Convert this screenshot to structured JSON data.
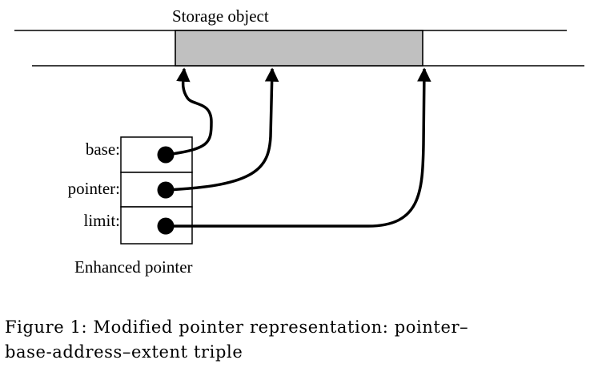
{
  "storage": {
    "label": "Storage object"
  },
  "pointer": {
    "fields": [
      {
        "label": "base:"
      },
      {
        "label": "pointer:"
      },
      {
        "label": "limit:"
      }
    ],
    "caption": "Enhanced pointer"
  },
  "figure_caption": {
    "line1": "Figure 1:  Modified pointer representation:  pointer–",
    "line2": "base-address–extent triple"
  },
  "colors": {
    "storage_fill": "#c0c0c0",
    "ink": "#000000"
  }
}
